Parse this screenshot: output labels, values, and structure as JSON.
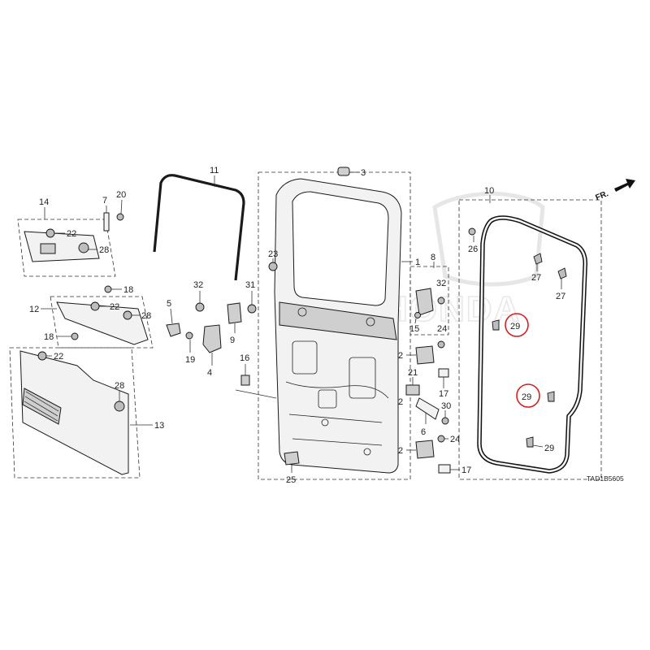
{
  "diagram_code": "TAD1B5605",
  "front_indicator": "FR.",
  "watermark_brand": "HONDA",
  "callouts": {
    "p1": "1",
    "p2a": "2",
    "p2b": "2",
    "p2c": "2",
    "p3": "3",
    "p4": "4",
    "p5": "5",
    "p6": "6",
    "p7": "7",
    "p8": "8",
    "p9": "9",
    "p10": "10",
    "p11": "11",
    "p12": "12",
    "p13": "13",
    "p14": "14",
    "p15": "15",
    "p16": "16",
    "p17a": "17",
    "p17b": "17",
    "p18a": "18",
    "p18b": "18",
    "p19": "19",
    "p20": "20",
    "p21": "21",
    "p22a": "22",
    "p22b": "22",
    "p22c": "22",
    "p23": "23",
    "p24a": "24",
    "p24b": "24",
    "p25": "25",
    "p26": "26",
    "p27a": "27",
    "p27b": "27",
    "p28a": "28",
    "p28b": "28",
    "p28c": "28",
    "p29a": "29",
    "p29b": "29",
    "p29c": "29",
    "p30": "30",
    "p31": "31",
    "p32a": "32",
    "p32b": "32"
  },
  "highlight_color": "#d42020"
}
